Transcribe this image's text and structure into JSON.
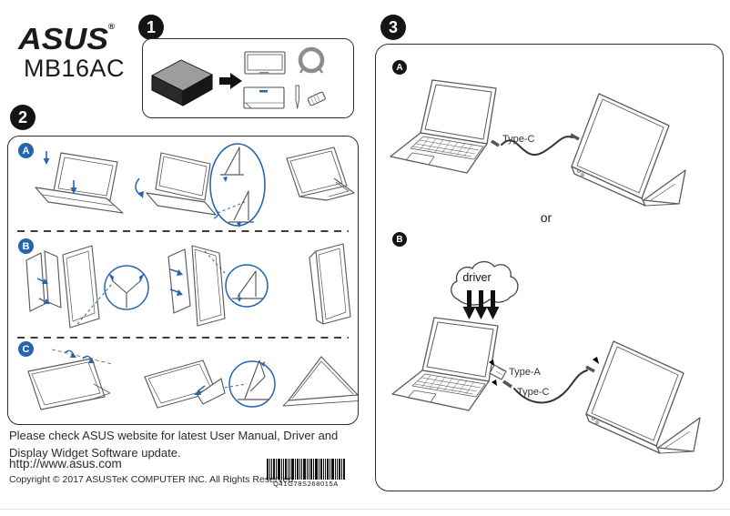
{
  "brand": {
    "logo": "ASUS",
    "registered": "®",
    "model": "MB16AC"
  },
  "steps": [
    "1",
    "2",
    "3"
  ],
  "step2": {
    "sections": [
      "A",
      "B",
      "C"
    ]
  },
  "step3": {
    "sections": [
      "A",
      "B"
    ],
    "labels": {
      "type_c_top": "Type-C",
      "or": "or",
      "driver": "driver",
      "type_a": "Type-A",
      "type_c_bottom": "Type-C"
    }
  },
  "footer": {
    "note_line": "Please check ASUS website for latest User Manual, Driver and Display Widget Software update.",
    "website": "http://www.asus.com",
    "copyright": "Copyright © 2017 ASUSTeK COMPUTER INC. All Rights Reserved.",
    "barcode_text": "Q41G78S268015A"
  },
  "colors": {
    "accent_blue": "#2565ae",
    "badge_black": "#141414",
    "line_gray": "#5b5b5b"
  }
}
